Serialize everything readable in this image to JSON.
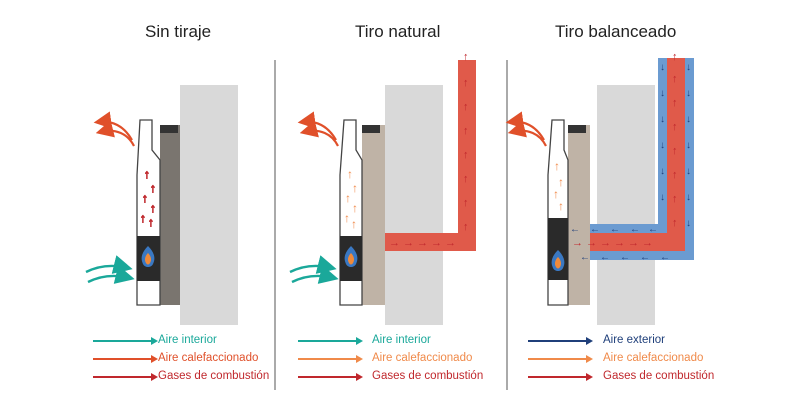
{
  "panels": [
    {
      "title": "Sin tiraje",
      "legend": [
        {
          "label": "Aire interior",
          "color": "#1aa89a"
        },
        {
          "label": "Aire calefaccionado",
          "color": "#e0502a"
        },
        {
          "label": "Gases de combustión",
          "color": "#c0282d"
        }
      ]
    },
    {
      "title": "Tiro natural",
      "legend": [
        {
          "label": "Aire interior",
          "color": "#1aa89a"
        },
        {
          "label": "Aire calefaccionado",
          "color": "#f08a4a"
        },
        {
          "label": "Gases de combustión",
          "color": "#c0282d"
        }
      ]
    },
    {
      "title": "Tiro balanceado",
      "legend": [
        {
          "label": "Aire exterior",
          "color": "#1f3f7a"
        },
        {
          "label": "Aire calefaccionado",
          "color": "#f08a4a"
        },
        {
          "label": "Gases de combustión",
          "color": "#c0282d"
        }
      ]
    }
  ],
  "colors": {
    "wall": "#d9d9d9",
    "heater_body": "#bfb3a6",
    "duct_red": "#e05a4a",
    "duct_blue": "#6b9bd1",
    "arrow_exhaust": "#c0282d",
    "arrow_outside": "#1f3f7a",
    "arrow_warm": "#f08a4a",
    "arrow_interior": "#1aa89a",
    "divider": "#555555"
  }
}
